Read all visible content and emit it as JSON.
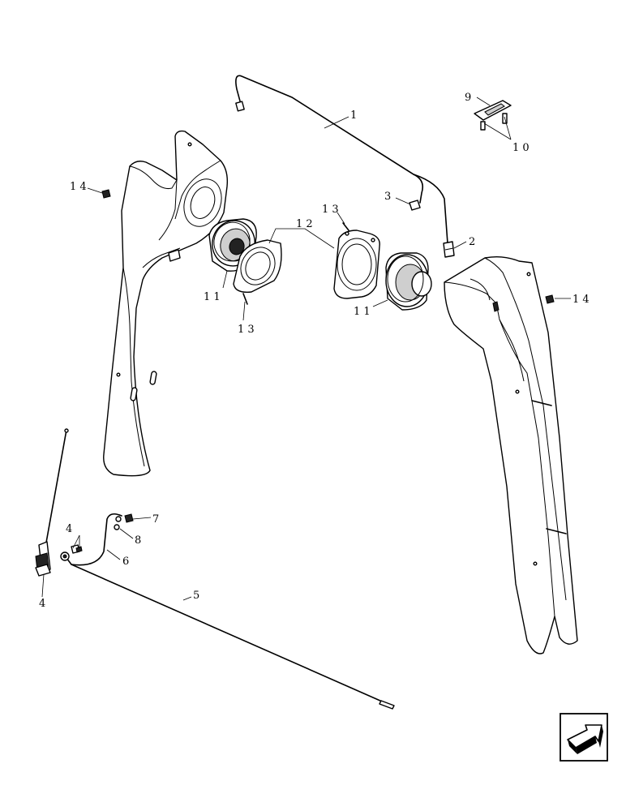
{
  "labels": {
    "l1": "1",
    "l2": "2",
    "l3": "3",
    "l4a": "4",
    "l4b": "4",
    "l5": "5",
    "l6": "6",
    "l7": "7",
    "l8": "8",
    "l9": "9",
    "l10": "1 0",
    "l11a": "1 1",
    "l11b": "1 1",
    "l12": "1 2",
    "l13a": "1 3",
    "l13b": "1 3",
    "l14a": "1 4",
    "l14b": "1 4"
  },
  "nav_icon": "arrow-navigation-icon"
}
